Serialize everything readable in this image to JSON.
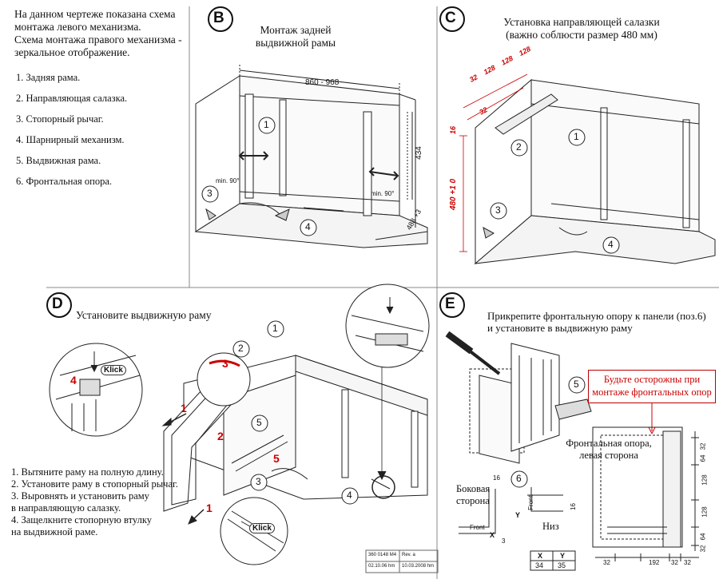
{
  "intro": {
    "text": "На данном чертеже показана схема монтажа левого механизма.\nСхема монтажа правого механизма - зеркальное отображение."
  },
  "parts": [
    "1. Задняя рама.",
    "2. Направляющая салазка.",
    "3. Стопорный рычаг.",
    "4. Шарнирный механизм.",
    "5. Выдвижная рама.",
    "6. Фронтальная опора."
  ],
  "panel_b": {
    "letter": "B",
    "title": "Монтаж задней\nвыдвижной рамы",
    "dim_width": "860 - 968",
    "dim_height": "434",
    "dim_depth": "488 +3",
    "dim_min_left": "min. 90°",
    "dim_min_right": "min. 90°",
    "callouts": [
      "1",
      "3",
      "4"
    ]
  },
  "panel_c": {
    "letter": "C",
    "title": "Установка направляющей салазки\n(важно соблюсти размер 480 мм)",
    "dims_red": [
      "32",
      "128",
      "128",
      "128",
      "32",
      "16",
      "480 +1 0"
    ],
    "callouts": [
      "1",
      "2",
      "3",
      "4"
    ]
  },
  "panel_d": {
    "letter": "D",
    "title": "Установите выдвижную раму",
    "steps": "1. Вытяните раму на полную длину.\n2. Установите раму в стопорный рычаг.\n3. Выровнять и установить раму\nв направляющую салазку.\n4. Защелкните стопорную втулку\nна выдвижной раме.",
    "klick_top": "Klick",
    "klick_bottom": "Klick",
    "red_steps": [
      "4",
      "1",
      "3",
      "2",
      "5",
      "1"
    ],
    "callouts": [
      "1",
      "2",
      "3",
      "4",
      "5",
      "3",
      "4"
    ]
  },
  "panel_e": {
    "letter": "E",
    "title": "Прикрепите фронтальную опору к панели (поз.6)\nи установите в выдвижную раму",
    "warning": "Будьте осторожны при\nмонтаже фронтальных опор",
    "support_label": "Фронтальная опора,\nлевая сторона",
    "side_label": "Боковая\nсторона",
    "bottom_label": "Низ",
    "front_label_1": "Front",
    "front_label_2": "Front",
    "dim_16a": "16",
    "dim_16b": "16",
    "dim_3": "3",
    "dim_X": "X",
    "dim_Y": "Y",
    "table_headers": [
      "X",
      "Y"
    ],
    "table_values": [
      "34",
      "35"
    ],
    "right_dims": [
      "32",
      "64",
      "128",
      "128",
      "64",
      "32",
      "32",
      "192",
      "32",
      "32"
    ],
    "callouts": [
      "5",
      "6"
    ]
  },
  "title_block": {
    "line1": "360 0148 M4",
    "line2": "02.10.06 hm",
    "line3": "Rev. a",
    "line4": "10.03.2008 hm"
  }
}
